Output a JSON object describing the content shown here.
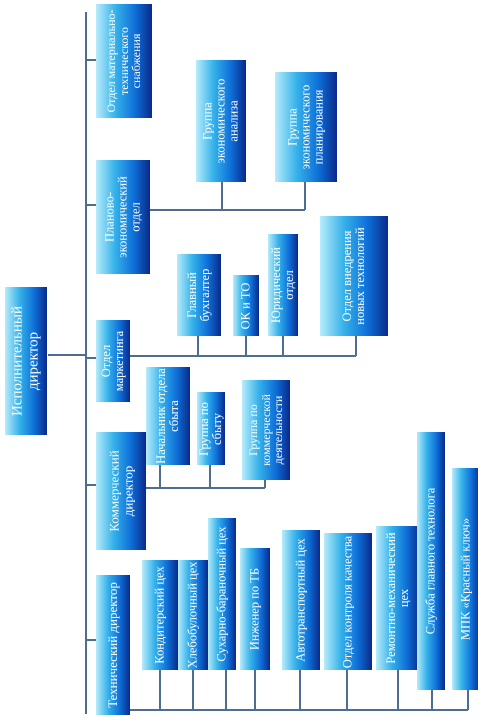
{
  "root": "Исполнительный директор",
  "departments": [
    {
      "label": "Отдел материально-технического снабжения",
      "children": []
    },
    {
      "label": "Планово-экономический отдел",
      "children": [
        "Группа экономического анализа",
        "Группа экономического планирования"
      ]
    },
    {
      "label": "Отдел маркетинга",
      "children": [
        "Главный бухгалтер",
        "ОК и ТО",
        "Юридический отдел",
        "Отдел внедрения новых технологий"
      ]
    },
    {
      "label": "Коммерческий директор",
      "children": [
        "Начальник отдела сбыта",
        "Группа по сбыту",
        "Группа по коммерческой деятельности"
      ]
    },
    {
      "label": "Технический директор",
      "children": [
        "Кондитерский цех",
        "Хлебобулочный цех",
        "Сухарно-бараночный цех",
        "Инженер по ТБ",
        "Автотранспортный цех",
        "Отдел контроля качества",
        "Ремонтно-механический цех",
        "Служба главного технолога",
        "МПК «Красный ключ»"
      ]
    }
  ]
}
